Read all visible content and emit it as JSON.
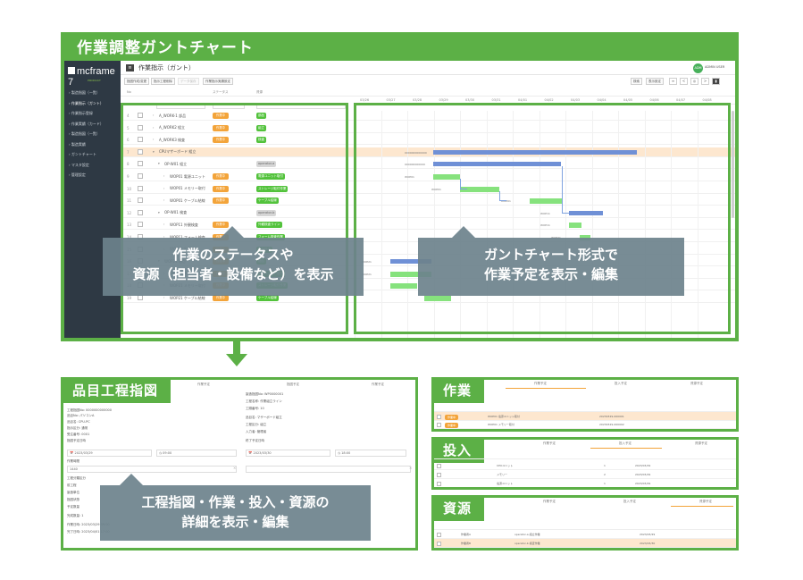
{
  "main_title": "作業調整ガントチャート",
  "app": {
    "logo": "mcframe 7",
    "logo_sub": "PRODUCT",
    "page_title": "作業指示（ガント）",
    "user_initials": "ADM",
    "user_name": "ADMIN USER",
    "sidebar": [
      "製造指図（一覧）",
      "作業指示（ガント）",
      "作業指示登録",
      "作業実績（カード）",
      "製造指図（一覧）",
      "製造実績",
      "ガントチャート",
      "マスタ設定",
      "管理設定"
    ],
    "toolbar": {
      "btn1": "指図作成/変更",
      "btn2": "指示工程削除",
      "btn3": "データ保存",
      "btn4": "作業指示実績設定",
      "btn5": "検索",
      "btn6": "表示設定",
      "icons": [
        "≡",
        "<",
        "◎",
        ">",
        "▮"
      ]
    },
    "col_heads": {
      "c1": "No",
      "c2": "ステータス",
      "c3": "資源"
    },
    "dates": [
      "03/26",
      "03/27",
      "03/28",
      "03/29",
      "03/30",
      "03/31",
      "04/01",
      "04/02",
      "04/03",
      "04/04",
      "04/05",
      "04/06",
      "04/07",
      "04/08"
    ],
    "rows": [
      {
        "num": "4",
        "name": "A_WORK-1 部品",
        "status": "作業中",
        "resource": "部品"
      },
      {
        "num": "5",
        "name": "A_WORK2 組立",
        "status": "作業中",
        "resource": "組立"
      },
      {
        "num": "6",
        "name": "A_WORK3 検査",
        "status": "作業中",
        "resource": "検査"
      },
      {
        "num": "7",
        "name": "CPUマザーボード 組立",
        "status": "",
        "resource": ""
      },
      {
        "num": "8",
        "name": "OP-W01 組立",
        "status": "",
        "resource": "operator-a"
      },
      {
        "num": "9",
        "name": "WOP01 電源ユニット",
        "status": "作業中",
        "resource": "電源ユニット取付"
      },
      {
        "num": "10",
        "name": "WOP01 メモリー取付",
        "status": "作業中",
        "resource": "ストレージ取付作業"
      },
      {
        "num": "11",
        "name": "WOP01 ケーブル結線",
        "status": "作業中",
        "resource": "ケーブル結線"
      },
      {
        "num": "12",
        "name": "OP-W01 検査",
        "status": "",
        "resource": "operator-b"
      },
      {
        "num": "13",
        "name": "WOP11 外観検査",
        "status": "作業中",
        "resource": "外観検査ライン"
      },
      {
        "num": "14",
        "name": "WOP11 フォーム検査",
        "status": "作業中",
        "resource": "フォーム検査作業"
      },
      {
        "num": "15",
        "name": "WOP11 出荷検査",
        "status": "作業中",
        "resource": "出荷検査"
      },
      {
        "num": "16",
        "name": "WOP21 梱包",
        "status": "作業中",
        "resource": "梱包"
      },
      {
        "num": "17",
        "name": "WOP21 電源ユニット",
        "status": "作業中",
        "resource": "電源ユニット取付"
      },
      {
        "num": "18",
        "name": "WOP21 メモリー取付",
        "status": "作業中",
        "resource": "ストレージ取付作業"
      },
      {
        "num": "19",
        "name": "WOP21 ケーブル結線",
        "status": "作業中",
        "resource": "ケーブル結線"
      }
    ],
    "gantt_labels": [
      "0000000000000",
      "000000000000",
      "WOP01",
      "WOP01",
      "WOP01",
      "WOP11",
      "WOP11",
      "WOP21",
      "WOP21",
      "WOP21"
    ]
  },
  "overlays": {
    "left": [
      "作業のステータスや",
      "資源（担当者・設備など）を表示"
    ],
    "right": [
      "ガントチャート形式で",
      "作業予定を表示・編集"
    ],
    "detail": [
      "工程指図・作業・投入・資源の",
      "詳細を表示・編集"
    ]
  },
  "detail_panel": {
    "title": "品目工程指図",
    "tabs": [
      "作業予定",
      "指図予定",
      "作業予定"
    ],
    "left_fields": [
      "工程指図No: 0000000000000",
      "品目No: パソコンA",
      "品目名: CPU-PC",
      "指示区分: 通常",
      "受注番号: 0001",
      "指図予定日時",
      "作業時間",
      "工程分類区分",
      "前工程",
      "製造単位",
      "指図状態",
      "予定数量",
      "完成数量: 1",
      "作業日時: 2023/03/29 09:00",
      "完了日時: 2023/04/01 17:00"
    ],
    "right_fields": [
      "製造指図No: WP0000001",
      "工程名称: 作業組立ライン",
      "工順番号: 10",
      "品目名: マザーボード組立",
      "工程区分: 組立",
      "入力者: 管理者",
      "終了予定日時"
    ],
    "date1": "2023/03/29",
    "time1": "09:00",
    "date2": "2023/03/30",
    "time2": "18:00",
    "qty": "1440"
  },
  "mini_panels": {
    "work": {
      "title": "作業",
      "tabs": [
        "作業予定",
        "投入予定",
        "資源予定"
      ],
      "rows": [
        {
          "badge": "作業中",
          "name": "WOP01 電源ユニット取付",
          "id": "20230329-000001"
        },
        {
          "badge": "作業中",
          "name": "WOP01 メモリー取付",
          "id": "20230329-000002"
        },
        {
          "badge": "作業中",
          "name": "WOP01 ケーブル結線",
          "id": "20230329-000003"
        }
      ]
    },
    "input": {
      "title": "投入",
      "tabs": [
        "作業予定",
        "投入予定",
        "資源予定"
      ],
      "rows": [
        {
          "name": "CPUユニット",
          "qty": "1",
          "date": "2023/03/29"
        },
        {
          "name": "メモリー",
          "qty": "2",
          "date": "2023/03/29"
        },
        {
          "name": "電源ユニット",
          "qty": "1",
          "date": "2023/03/29"
        }
      ]
    },
    "resource": {
      "title": "資源",
      "tabs": [
        "作業予定",
        "投入予定",
        "資源予定"
      ],
      "rows": [
        {
          "name": "作業者A",
          "role": "operator-a 組立作業",
          "date": "2023/03/29"
        },
        {
          "name": "作業者B",
          "role": "operator-b 検査作業",
          "date": "2023/03/30"
        }
      ]
    }
  },
  "colors": {
    "frame_green": "#5cb046",
    "status_orange": "#f3a43a",
    "resource_green": "#52c23b",
    "gantt_green": "#86e27d",
    "gantt_blue": "#6f90d6",
    "overlay_gray": "#6c828c",
    "sidebar_dark": "#2e3944"
  }
}
